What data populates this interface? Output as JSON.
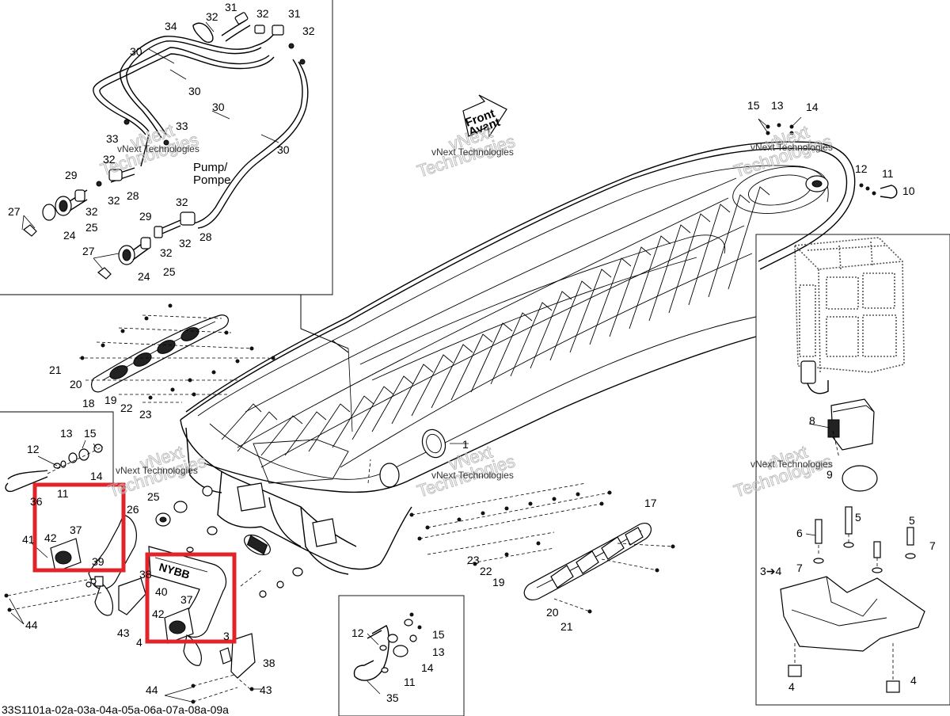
{
  "diagram": {
    "captions": {
      "pump": "Pump/",
      "pompe": "Pompe",
      "front": "Front",
      "avant": "Avant",
      "footer": "33S1101a-02a-03a-04a-05a-06a-07a-08a-09a"
    },
    "watermark": {
      "line1": "vNext",
      "line2": "Technologies",
      "small": "vNext Technologies"
    },
    "callouts": [
      "34",
      "32",
      "31",
      "32",
      "31",
      "32",
      "30",
      "30",
      "30",
      "30",
      "33",
      "33",
      "32",
      "29",
      "32",
      "28",
      "27",
      "32",
      "25",
      "24",
      "32",
      "29",
      "32",
      "28",
      "27",
      "32",
      "25",
      "24",
      "15",
      "13",
      "14",
      "12",
      "11",
      "10",
      "8",
      "9",
      "6",
      "5",
      "5",
      "7",
      "7",
      "3➔4",
      "4",
      "4",
      "1",
      "17",
      "23",
      "22",
      "19",
      "20",
      "21",
      "21",
      "20",
      "19",
      "18",
      "22",
      "23",
      "13",
      "15",
      "12",
      "14",
      "36",
      "11",
      "26",
      "25",
      "41",
      "42",
      "37",
      "39",
      "44",
      "43",
      "38",
      "40",
      "37",
      "42",
      "4",
      "3",
      "38",
      "43",
      "44",
      "12",
      "15",
      "13",
      "14",
      "11",
      "35"
    ],
    "highlight_color": "#e2232a"
  }
}
